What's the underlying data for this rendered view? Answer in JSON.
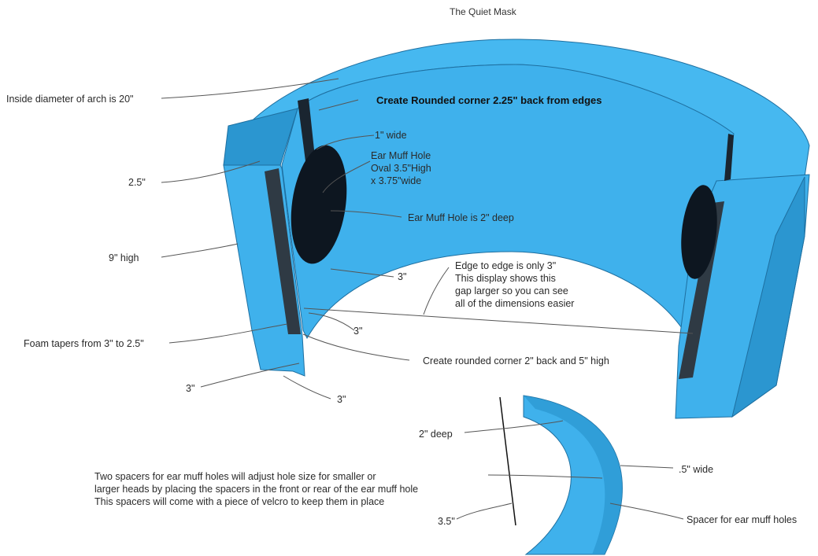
{
  "title": "The Quiet Mask",
  "colors": {
    "foam": "#3fb1ec",
    "foam_dark": "#2b96d0",
    "foam_top": "#46b8f0",
    "hole": "#0d1620",
    "strip": "#2f3a44",
    "leader": "#555555"
  },
  "labels": {
    "inside_diameter": "Inside diameter of arch is 20\"",
    "rounded_corner_top": "Create Rounded corner 2.25\" back from edges",
    "one_wide": "1\" wide",
    "ear_muff_hole_line1": "Ear Muff Hole",
    "ear_muff_hole_line2": "Oval 3.5\"High",
    "ear_muff_hole_line3": "x 3.75\"wide",
    "two_five": "2.5\"",
    "ear_muff_deep": "Ear Muff Hole is 2\" deep",
    "nine_high": "9\"  high",
    "three_a": "3\"",
    "edge_line1": "Edge to edge is only 3\"",
    "edge_line2": "This display shows this",
    "edge_line3": "gap larger so you can see",
    "edge_line4": "all of the dimensions easier",
    "three_b": "3\"",
    "foam_tapers": "Foam tapers from 3\" to 2.5\"",
    "rounded_corner_bottom": "Create rounded corner 2\" back and 5\" high",
    "three_c": "3\"",
    "three_d": "3\"",
    "two_deep": "2\" deep",
    "half_wide": ".5\" wide",
    "spacers_line1": "Two spacers for ear muff holes will adjust hole size for smaller or",
    "spacers_line2": "larger heads by placing the spacers in the front or rear of the ear muff hole",
    "spacers_line3": "This spacers will come with a piece of velcro to keep them in place",
    "three_five": "3.5\"",
    "spacer_label": "Spacer for ear muff holes"
  }
}
